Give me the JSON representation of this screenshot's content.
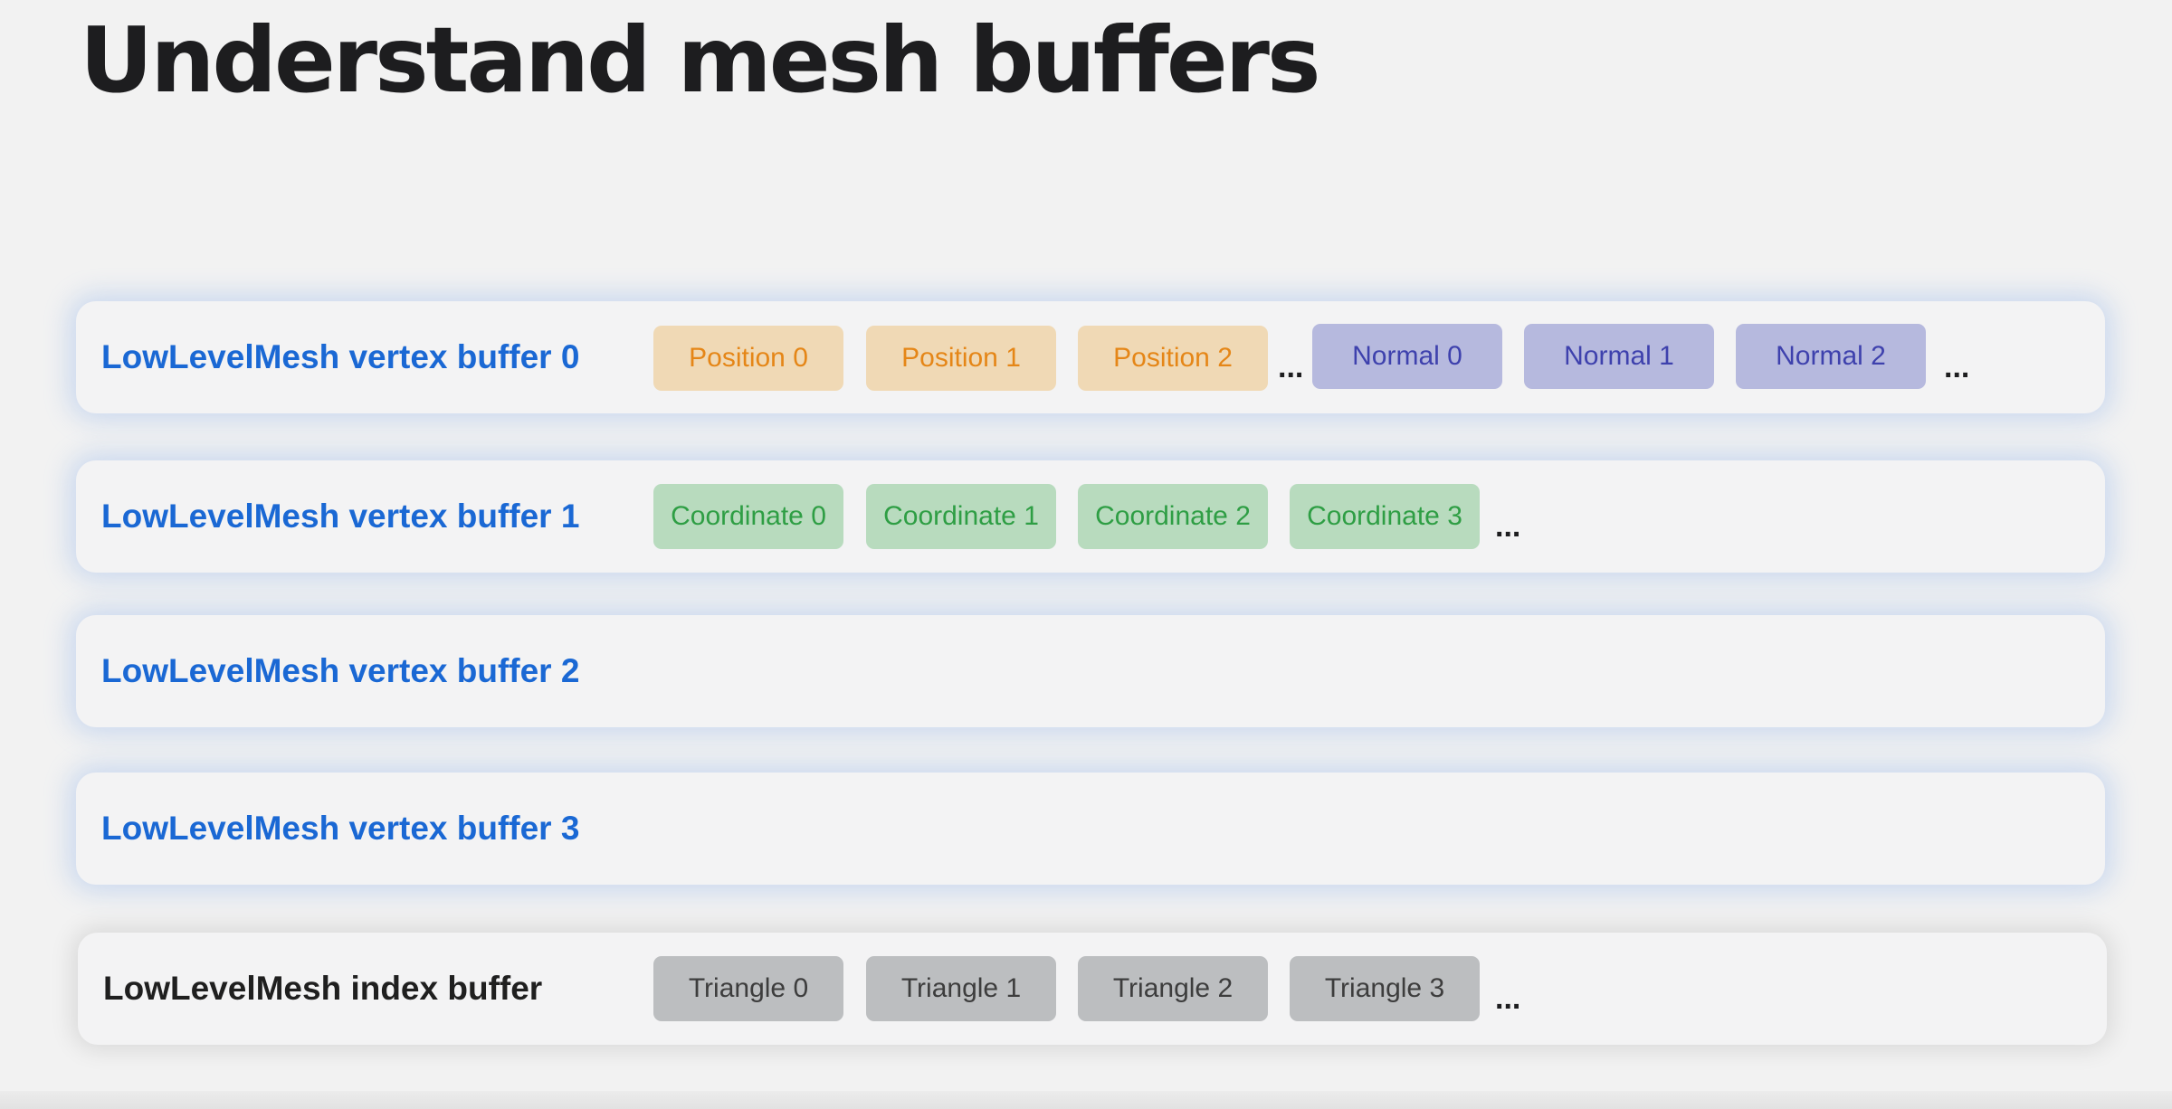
{
  "title": "Understand mesh buffers",
  "rows": [
    {
      "label": "LowLevelMesh vertex buffer 0",
      "chips": [
        "Position 0",
        "Position 1",
        "Position 2",
        "Normal 0",
        "Normal 1",
        "Normal 2"
      ],
      "ellipses": [
        "...",
        "..."
      ]
    },
    {
      "label": "LowLevelMesh vertex buffer 1",
      "chips": [
        "Coordinate 0",
        "Coordinate 1",
        "Coordinate 2",
        "Coordinate 3"
      ],
      "ellipses": [
        "..."
      ]
    },
    {
      "label": "LowLevelMesh vertex buffer 2",
      "chips": [],
      "ellipses": []
    },
    {
      "label": "LowLevelMesh vertex buffer 3",
      "chips": [],
      "ellipses": []
    },
    {
      "label": "LowLevelMesh index buffer",
      "chips": [
        "Triangle 0",
        "Triangle 1",
        "Triangle 2",
        "Triangle 3"
      ],
      "ellipses": [
        "..."
      ]
    }
  ],
  "colors": {
    "vertex_label": "#1a68d4",
    "index_label": "#1f1f1f",
    "position_chip_bg": "#f0d9b5",
    "position_chip_text": "#e58617",
    "normal_chip_bg": "#b6b9de",
    "normal_chip_text": "#3e41ad",
    "coordinate_chip_bg": "#b8dbbe",
    "coordinate_chip_text": "#2e9e44",
    "triangle_chip_bg": "#bcbec0",
    "triangle_chip_text": "#3d3d3d"
  }
}
